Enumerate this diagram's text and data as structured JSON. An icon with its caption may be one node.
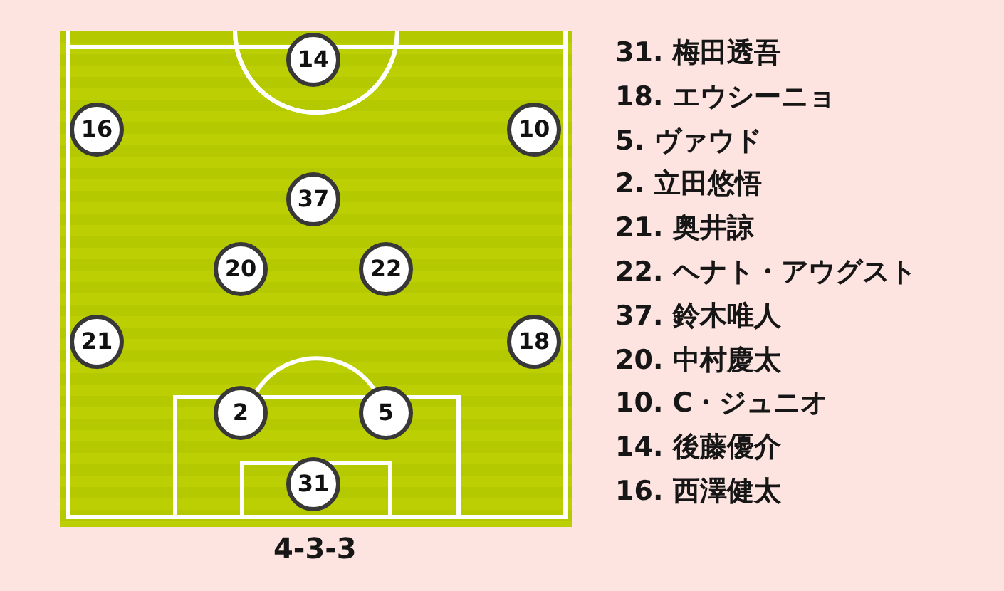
{
  "diagram": {
    "caption": "4-3-3",
    "nodes": [
      {
        "text": [
          "14"
        ]
      },
      {
        "text": [
          "16"
        ]
      },
      {
        "text": [
          "10"
        ]
      },
      {
        "text": [
          "37"
        ]
      },
      {
        "text": [
          "20"
        ]
      },
      {
        "text": [
          "22"
        ]
      },
      {
        "text": [
          "21"
        ]
      },
      {
        "text": [
          "18"
        ]
      },
      {
        "text": [
          "2"
        ]
      },
      {
        "text": [
          "5"
        ]
      },
      {
        "text": [
          "31"
        ]
      }
    ],
    "labels": [
      "31. 梅田透吾",
      "18. エウシーニョ",
      "5. ヴァウド",
      "2. 立田悠悟",
      "21. 奥井諒",
      "22. ヘナト・アウグスト",
      "37. 鈴木唯人",
      "20. 中村慶太",
      "10. C・ジュニオ",
      "14. 後藤優介",
      "16. 西澤健太"
    ]
  }
}
